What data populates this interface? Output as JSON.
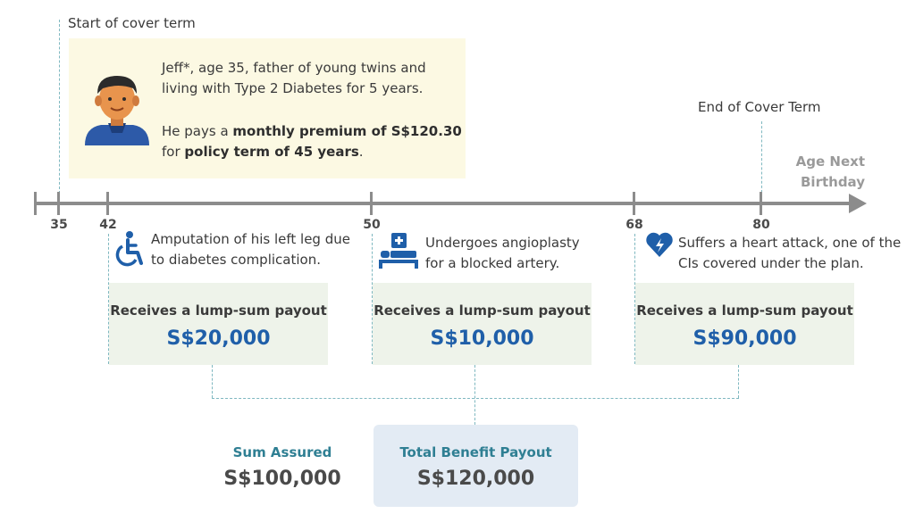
{
  "start_label": "Start of cover term",
  "end_label": "End of Cover Term",
  "axis_label_line1": "Age Next",
  "axis_label_line2": "Birthday",
  "ages": [
    "35",
    "42",
    "50",
    "68",
    "80"
  ],
  "profile": {
    "line1": "Jeff*, age 35, father of young twins and",
    "line2": "living with Type 2 Diabetes for 5 years.",
    "premium_prefix": "He pays a ",
    "premium_bold": "monthly premium of S$120.30",
    "term_prefix": "for ",
    "term_bold": "policy term of 45 years",
    "term_suffix": "."
  },
  "events": [
    {
      "line1": "Amputation of his left leg due",
      "line2": "to diabetes complication.",
      "icon": "wheelchair-icon",
      "caption": "Receives a lump-sum payout",
      "amount": "S$20,000"
    },
    {
      "line1": "Undergoes angioplasty",
      "line2": "for a blocked artery.",
      "icon": "hospital-bed-icon",
      "caption": "Receives a lump-sum payout",
      "amount": "S$10,000"
    },
    {
      "line1": "Suffers a heart attack, one of the",
      "line2": "CIs covered under the plan.",
      "icon": "heart-icon",
      "caption": "Receives a lump-sum payout",
      "amount": "S$90,000"
    }
  ],
  "sum_assured": {
    "label": "Sum Assured",
    "value": "S$100,000"
  },
  "total": {
    "label": "Total Benefit Payout",
    "value": "S$120,000"
  },
  "colors": {
    "accent_blue": "#1f5fa9",
    "teal": "#2f7f93",
    "profile_bg": "#fcf9e3",
    "payout_bg": "#eef3ea",
    "total_bg": "#e3ebf4"
  }
}
